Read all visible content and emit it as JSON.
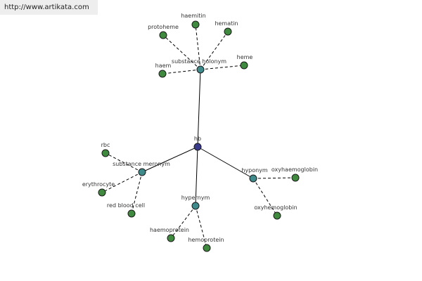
{
  "banner": {
    "url": "http://www.artikata.com"
  },
  "graph": {
    "colors": {
      "root": "#3a3a8c",
      "relation": "#3f8a8a",
      "term": "#3f8a3f",
      "edge": "#000000"
    },
    "nodes": [
      {
        "id": "hb",
        "label": "hb",
        "kind": "root"
      },
      {
        "id": "holonym",
        "label": "substance holonym",
        "kind": "relation"
      },
      {
        "id": "meronym",
        "label": "substance meronym",
        "kind": "relation"
      },
      {
        "id": "hypernym",
        "label": "hypernym",
        "kind": "relation"
      },
      {
        "id": "hyponym",
        "label": "hyponym",
        "kind": "relation"
      },
      {
        "id": "protoheme",
        "label": "protoheme",
        "kind": "term"
      },
      {
        "id": "haemitin",
        "label": "haemitin",
        "kind": "term"
      },
      {
        "id": "hematin",
        "label": "hematin",
        "kind": "term"
      },
      {
        "id": "heme",
        "label": "heme",
        "kind": "term"
      },
      {
        "id": "haem",
        "label": "haem",
        "kind": "term"
      },
      {
        "id": "rbc",
        "label": "rbc",
        "kind": "term"
      },
      {
        "id": "erythrocyte",
        "label": "erythrocyte",
        "kind": "term"
      },
      {
        "id": "redbloodcell",
        "label": "red blood cell",
        "kind": "term"
      },
      {
        "id": "haemoprotein",
        "label": "haemoprotein",
        "kind": "term"
      },
      {
        "id": "hemoprotein",
        "label": "hemoprotein",
        "kind": "term"
      },
      {
        "id": "oxyhaemoglobin",
        "label": "oxyhaemoglobin",
        "kind": "term"
      },
      {
        "id": "oxyhemoglobin",
        "label": "oxyhemoglobin",
        "kind": "term"
      }
    ],
    "edges": [
      {
        "from": "hb",
        "to": "holonym",
        "style": "solid"
      },
      {
        "from": "hb",
        "to": "meronym",
        "style": "solid"
      },
      {
        "from": "hb",
        "to": "hypernym",
        "style": "solid"
      },
      {
        "from": "hb",
        "to": "hyponym",
        "style": "solid"
      },
      {
        "from": "holonym",
        "to": "protoheme",
        "style": "dashed"
      },
      {
        "from": "holonym",
        "to": "haemitin",
        "style": "dashed"
      },
      {
        "from": "holonym",
        "to": "hematin",
        "style": "dashed"
      },
      {
        "from": "holonym",
        "to": "heme",
        "style": "dashed"
      },
      {
        "from": "holonym",
        "to": "haem",
        "style": "dashed"
      },
      {
        "from": "meronym",
        "to": "rbc",
        "style": "dashed"
      },
      {
        "from": "meronym",
        "to": "erythrocyte",
        "style": "dashed"
      },
      {
        "from": "meronym",
        "to": "redbloodcell",
        "style": "dashed"
      },
      {
        "from": "hypernym",
        "to": "haemoprotein",
        "style": "dashed"
      },
      {
        "from": "hypernym",
        "to": "hemoprotein",
        "style": "dashed"
      },
      {
        "from": "hyponym",
        "to": "oxyhaemoglobin",
        "style": "dashed"
      },
      {
        "from": "hyponym",
        "to": "oxyhemoglobin",
        "style": "dashed"
      }
    ]
  }
}
